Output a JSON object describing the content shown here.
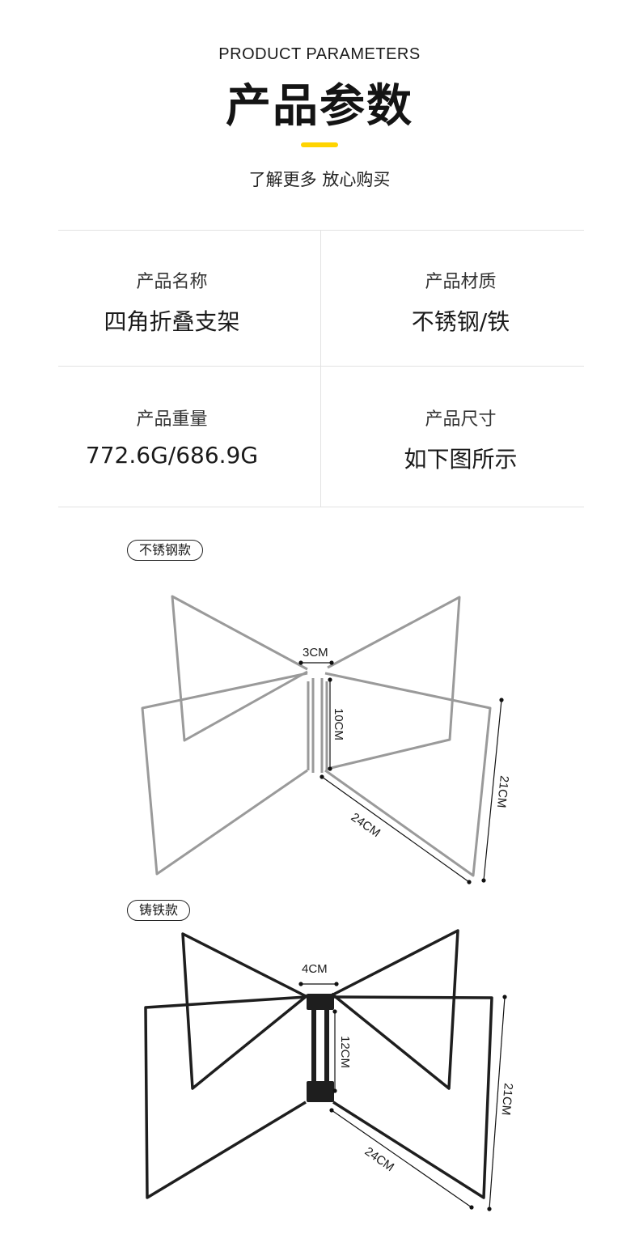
{
  "header": {
    "title_en": "PRODUCT PARAMETERS",
    "title_cn": "产品参数",
    "subtitle": "了解更多 放心购买",
    "accent_color": "#ffd400"
  },
  "params": [
    {
      "label": "产品名称",
      "value": "四角折叠支架"
    },
    {
      "label": "产品材质",
      "value": "不锈钢/铁"
    },
    {
      "label": "产品重量",
      "value": "772.6G/686.9G"
    },
    {
      "label": "产品尺寸",
      "value": "如下图所示"
    }
  ],
  "variants": [
    {
      "name": "不锈钢款",
      "color": "#9a9a9a",
      "dims": {
        "width": "3CM",
        "height": "10CM",
        "arm": "24CM",
        "diag": "21CM"
      }
    },
    {
      "name": "铸铁款",
      "color": "#1e1e1e",
      "dims": {
        "width": "4CM",
        "height": "12CM",
        "arm": "24CM",
        "diag": "21CM"
      }
    }
  ]
}
